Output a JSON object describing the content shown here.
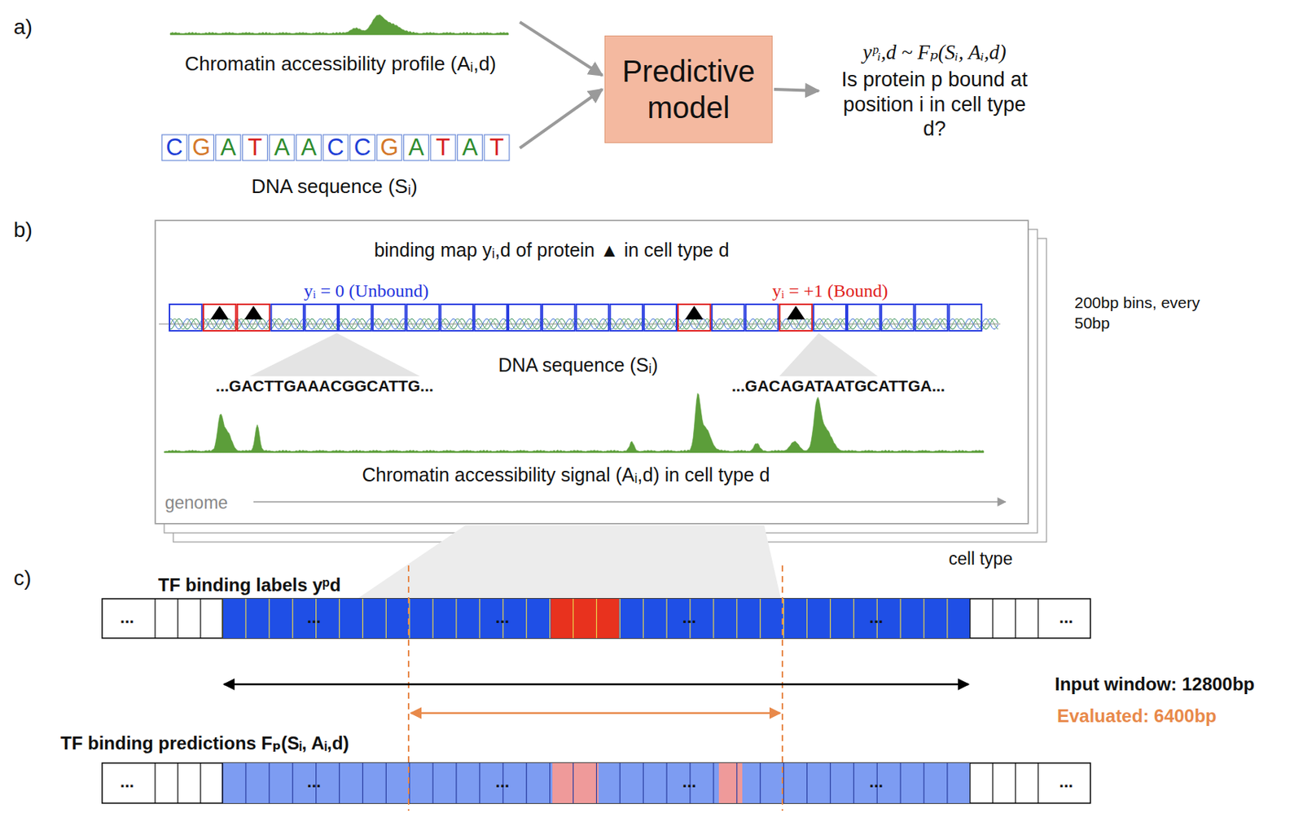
{
  "diagram": {
    "nodes": [
      {
        "text": [
          "Chromatin accessibility profile (Aᵢ,d)"
        ]
      },
      {
        "text": [
          "DNA sequence (Sᵢ)"
        ]
      },
      {
        "text": [
          "Predictive model"
        ]
      },
      {
        "text": [
          "yᵖᵢ,d ~ Fₚ(Sᵢ, Aᵢ,d)",
          "Is protein p bound at position i in cell type d?"
        ]
      },
      {
        "text": [
          "binding map yᵢ,d of protein ▲ in cell type d",
          "yᵢ = 0 (Unbound)",
          "yᵢ = +1 (Bound)",
          "DNA sequence (Sᵢ)",
          "...GACTTGAAACGGCATTG...",
          "...GACAGATAATGCATTGA...",
          "Chromatin accessibility signal (Aᵢ,d) in cell type d",
          "genome"
        ]
      }
    ],
    "edges": [
      {
        "from": 0,
        "to": 2,
        "arrow": "to"
      },
      {
        "from": 1,
        "to": 2,
        "arrow": "to"
      },
      {
        "from": 2,
        "to": 3,
        "arrow": "to"
      }
    ],
    "labels": [
      "a)",
      "C",
      "G",
      "A",
      "T",
      "A",
      "A",
      "C",
      "C",
      "G",
      "A",
      "T",
      "A",
      "T",
      "b)",
      "200bp bins, every 50bp",
      "cell type",
      "c)",
      "TF binding labels yᵖd",
      "...",
      "...",
      "...",
      "...",
      "...",
      "...",
      "Input window: 12800bp",
      "Evaluated: 6400bp",
      "TF binding predictions Fₚ(Sᵢ, Aᵢ,d)",
      "...",
      "...",
      "...",
      "...",
      "...",
      "..."
    ]
  }
}
